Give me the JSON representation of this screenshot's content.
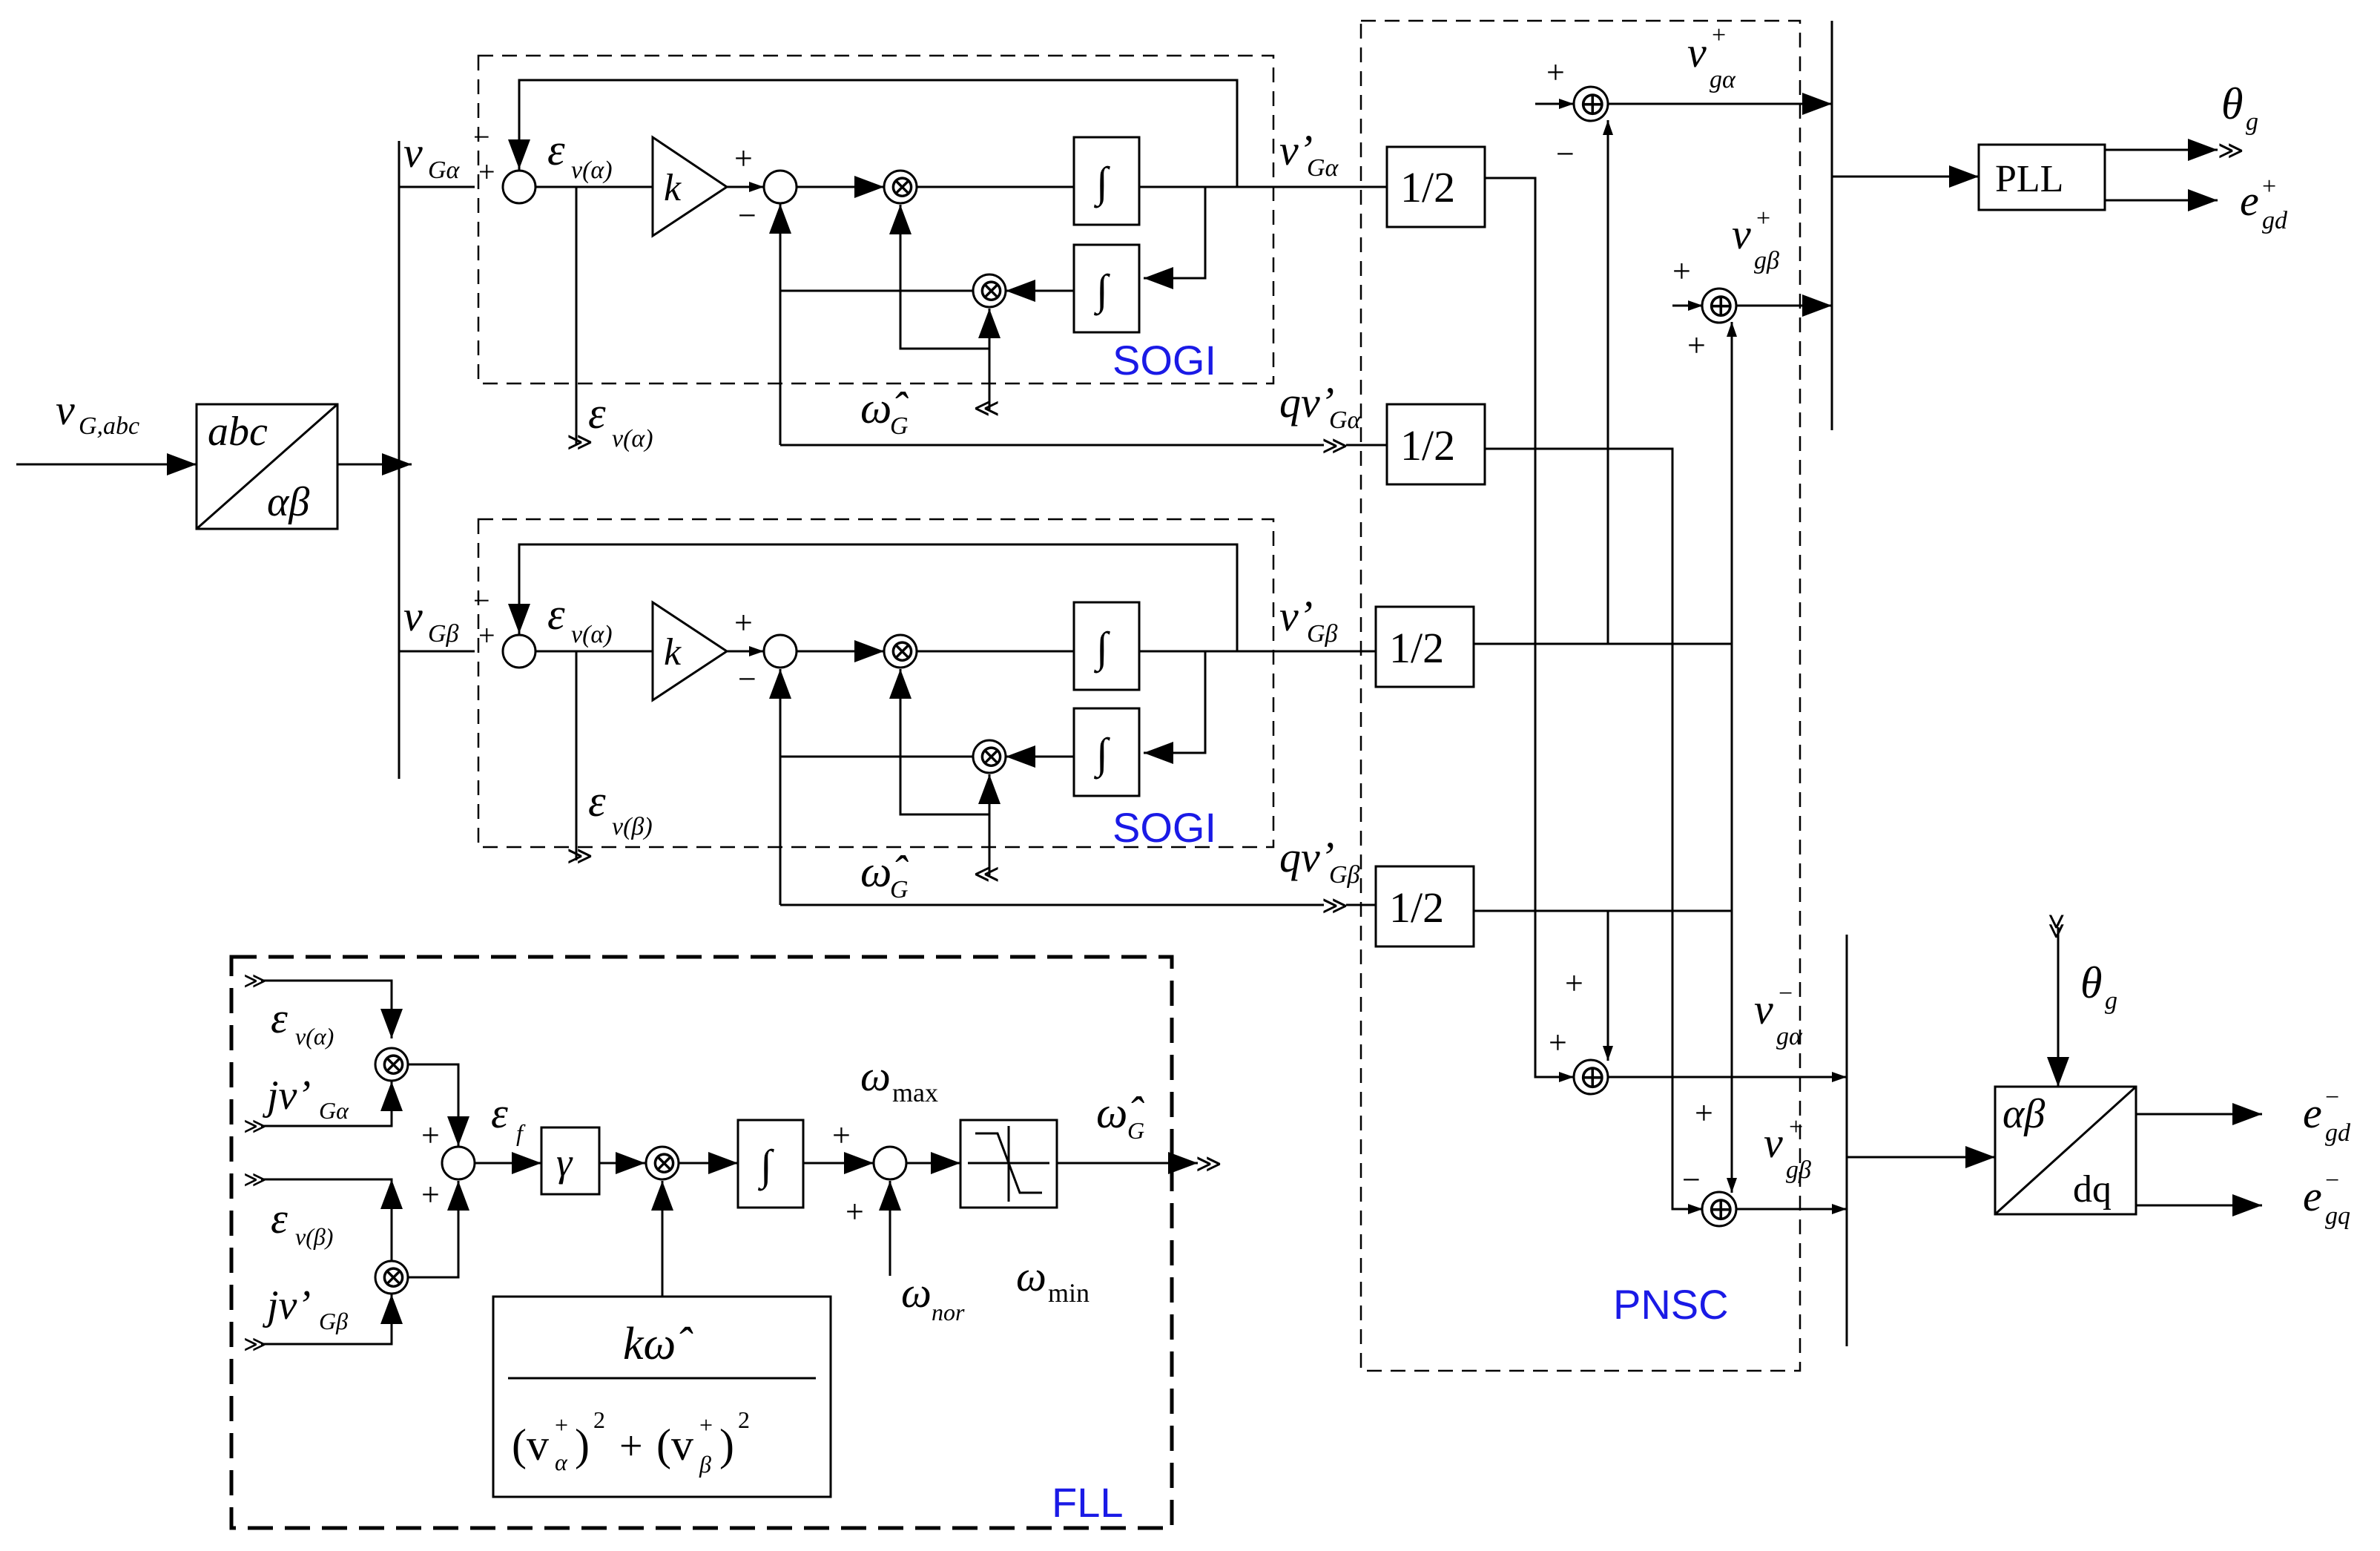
{
  "blocks": {
    "abc_top": "abc",
    "abc_bottom": "αβ",
    "gain_k": "k",
    "integrator": "∫",
    "half": "1/2",
    "pll": "PLL",
    "abdq_top": "αβ",
    "abdq_bottom": "dq",
    "gamma": "γ",
    "fll_num": "kω̂",
    "fll_den_a": "(v",
    "fll_den_b": ")",
    "fll_den_plus": "+",
    "fll_den_c": "(v",
    "fll_den_d": ")"
  },
  "regions": {
    "sogi1": "SOGI",
    "sogi2": "SOGI",
    "pnsc": "PNSC",
    "fll": "FLL"
  },
  "signals": {
    "v": "v",
    "G_abc": "G,abc",
    "G_alpha": "Gα",
    "G_beta": "Gβ",
    "eps": "ε",
    "v_alpha_sub": "v(α)",
    "v_beta_sub": "v(β)",
    "vprime": "v’",
    "qvprime": "qv’",
    "omega_hat": "ω̂",
    "G_sub": "G",
    "g_alpha": "gα",
    "g_beta": "gβ",
    "plus_sup": "+",
    "minus_sup": "−",
    "theta": "θ",
    "g_sub": "g",
    "e": "e",
    "gd": "gd",
    "gq": "gq",
    "eps_f_sub": "f",
    "jv": "jv’",
    "omega": "ω",
    "max": "max",
    "min": "min",
    "nor": "nor",
    "alpha_sub": "α",
    "beta_sub": "β",
    "two": "2"
  },
  "signs": {
    "plus": "+",
    "minus": "−",
    "times": "⊗",
    "oplus": "⊕"
  }
}
